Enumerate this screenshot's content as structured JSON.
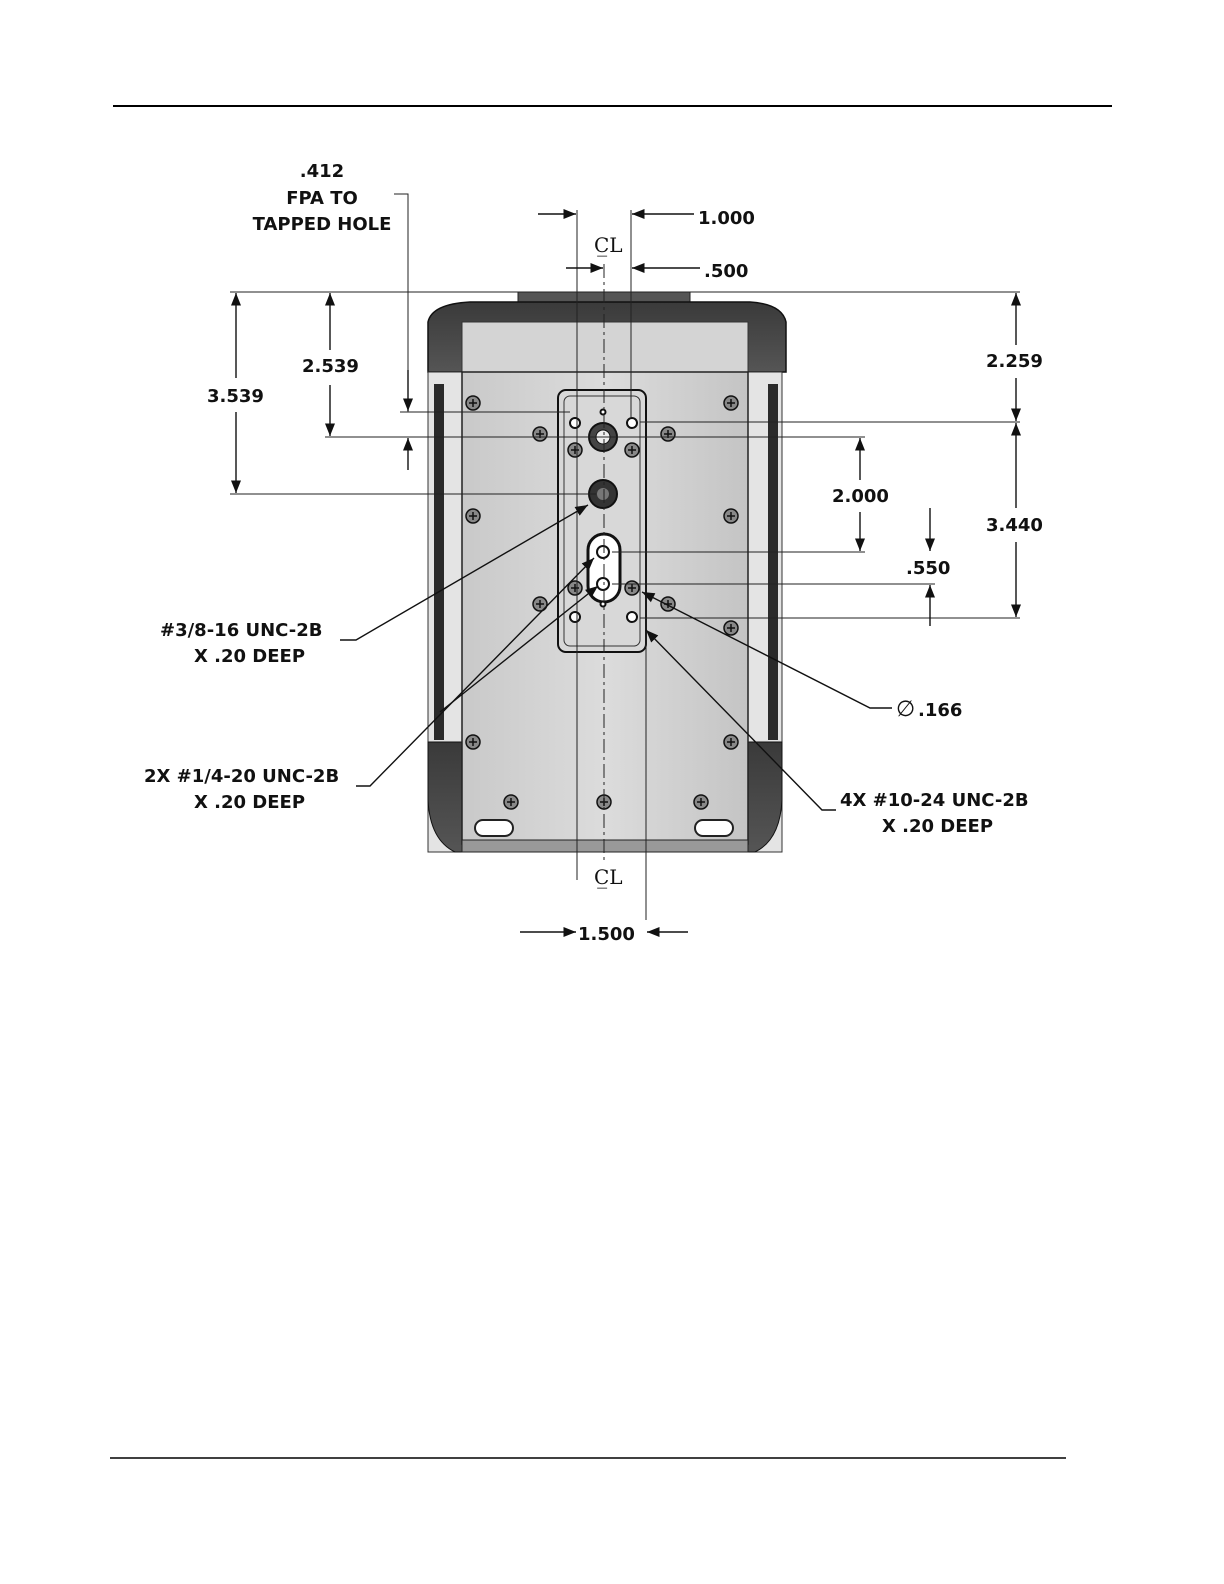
{
  "dimensions": {
    "fpa_value": ".412",
    "fpa_line2": "FPA TO",
    "fpa_line3": "TAPPED HOLE",
    "d_1000": "1.000",
    "d_500": ".500",
    "d_2539": "2.539",
    "d_3539": "3.539",
    "d_2259": "2.259",
    "d_2000": "2.000",
    "d_3440": "3.440",
    "d_550": ".550",
    "d_1500": "1.500",
    "d_166": ".166",
    "diameter_symbol": "∅"
  },
  "callouts": {
    "hole_38_line1": "#3/8-16 UNC-2B",
    "hole_38_line2": "X .20 DEEP",
    "hole_14_line1": "2X #1/4-20 UNC-2B",
    "hole_14_line2": "X .20 DEEP",
    "hole_10_line1": "4X #10-24 UNC-2B",
    "hole_10_line2": "X .20 DEEP"
  },
  "centerline_symbol": "C̲L"
}
